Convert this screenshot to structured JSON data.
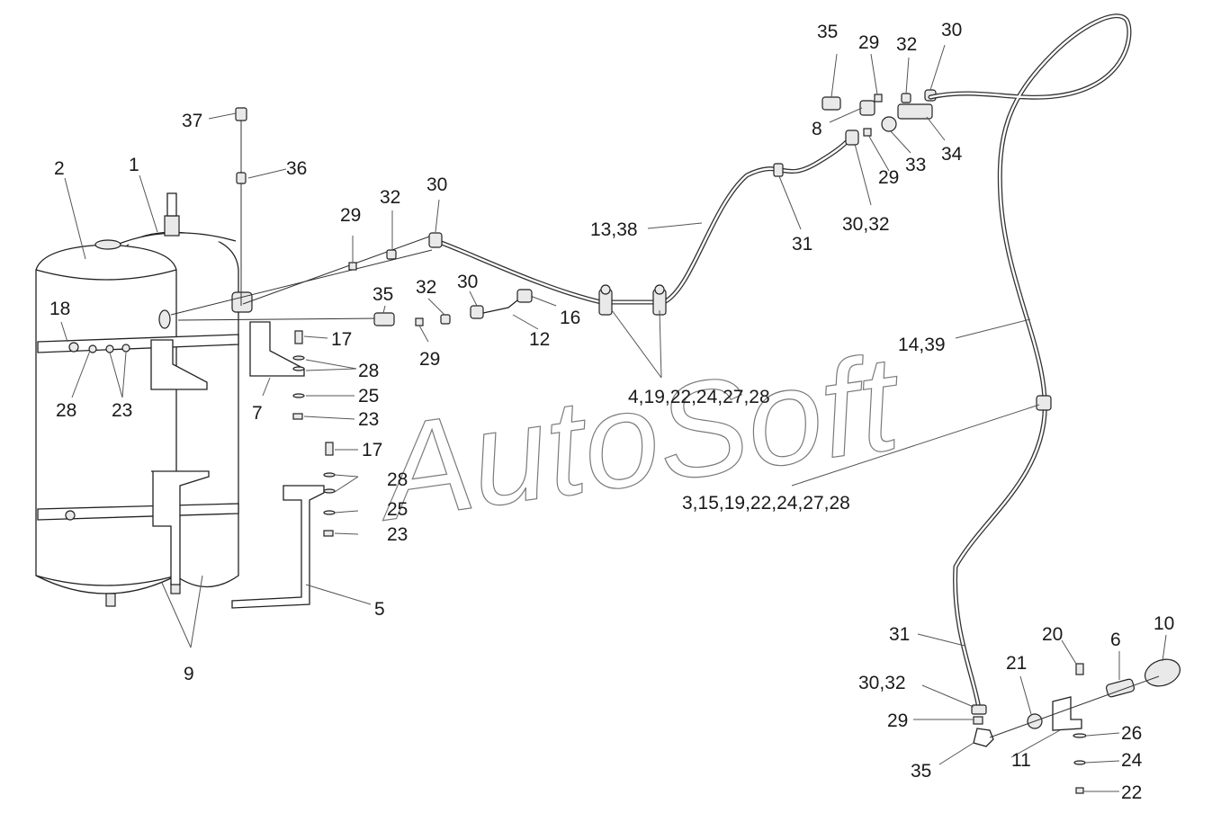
{
  "watermark": "AutoSoft",
  "callouts": [
    {
      "id": "c1",
      "text": "1"
    },
    {
      "id": "c2",
      "text": "2"
    },
    {
      "id": "c37",
      "text": "37"
    },
    {
      "id": "c36",
      "text": "36"
    },
    {
      "id": "c18",
      "text": "18"
    },
    {
      "id": "c28a",
      "text": "28"
    },
    {
      "id": "c23a",
      "text": "23"
    },
    {
      "id": "c7",
      "text": "7"
    },
    {
      "id": "c17a",
      "text": "17"
    },
    {
      "id": "c28b",
      "text": "28"
    },
    {
      "id": "c25a",
      "text": "25"
    },
    {
      "id": "c23b",
      "text": "23"
    },
    {
      "id": "c17b",
      "text": "17"
    },
    {
      "id": "c28c",
      "text": "28"
    },
    {
      "id": "c25b",
      "text": "25"
    },
    {
      "id": "c23c",
      "text": "23"
    },
    {
      "id": "c5",
      "text": "5"
    },
    {
      "id": "c9",
      "text": "9"
    },
    {
      "id": "c29a",
      "text": "29"
    },
    {
      "id": "c32a",
      "text": "32"
    },
    {
      "id": "c30a",
      "text": "30"
    },
    {
      "id": "c35a",
      "text": "35"
    },
    {
      "id": "c32b",
      "text": "32"
    },
    {
      "id": "c30b",
      "text": "30"
    },
    {
      "id": "c29b",
      "text": "29"
    },
    {
      "id": "c16",
      "text": "16"
    },
    {
      "id": "c12",
      "text": "12"
    },
    {
      "id": "c1338",
      "text": "13,38"
    },
    {
      "id": "c4",
      "text": "4,19,22,24,27,28"
    },
    {
      "id": "c31a",
      "text": "31"
    },
    {
      "id": "c3032a",
      "text": "30,32"
    },
    {
      "id": "c35b",
      "text": "35"
    },
    {
      "id": "c29c",
      "text": "29"
    },
    {
      "id": "c32c",
      "text": "32"
    },
    {
      "id": "c30c",
      "text": "30"
    },
    {
      "id": "c8",
      "text": "8"
    },
    {
      "id": "c33",
      "text": "33"
    },
    {
      "id": "c34",
      "text": "34"
    },
    {
      "id": "c29d",
      "text": "29"
    },
    {
      "id": "c1439",
      "text": "14,39"
    },
    {
      "id": "c3",
      "text": "3,15,19,22,24,27,28"
    },
    {
      "id": "c31b",
      "text": "31"
    },
    {
      "id": "c3032b",
      "text": "30,32"
    },
    {
      "id": "c29e",
      "text": "29"
    },
    {
      "id": "c35c",
      "text": "35"
    },
    {
      "id": "c21",
      "text": "21"
    },
    {
      "id": "c20",
      "text": "20"
    },
    {
      "id": "c11",
      "text": "11"
    },
    {
      "id": "c6",
      "text": "6"
    },
    {
      "id": "c10",
      "text": "10"
    },
    {
      "id": "c26",
      "text": "26"
    },
    {
      "id": "c24",
      "text": "24"
    },
    {
      "id": "c22",
      "text": "22"
    }
  ]
}
